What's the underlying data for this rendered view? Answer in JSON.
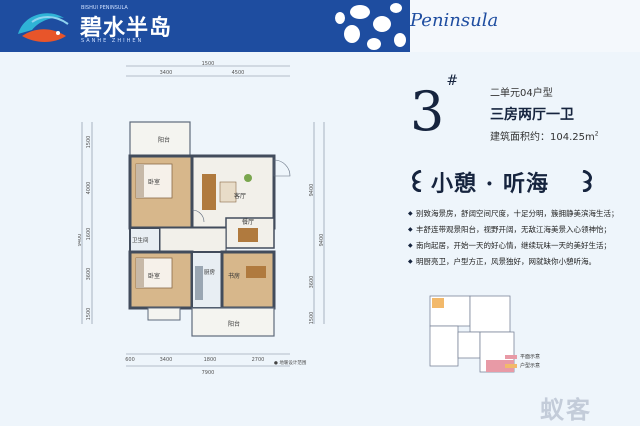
{
  "header": {
    "brand_small": "BISHUI PENINSULA",
    "brand_title": "碧水半岛",
    "brand_sub": "SANHE ZHIHEN",
    "script_logo": "Peninsula",
    "brand_color": "#1e4da0"
  },
  "plan": {
    "dims_top": [
      "1500",
      "3400",
      "4500"
    ],
    "dims_bottom": [
      "600",
      "3400",
      "1800",
      "2700"
    ],
    "dim_bottom_total": "7900",
    "dims_left": [
      "1500",
      "4000",
      "1600",
      "3600",
      "1500"
    ],
    "dim_left_total": "9400",
    "dims_right": [
      "9400",
      "3600",
      "1500"
    ],
    "rooms": {
      "balcony_top": "阳台",
      "bedroom_top": "卧室",
      "living": "客厅",
      "dining": "餐厅",
      "bath": "卫生间",
      "bedroom_bottom": "卧室",
      "kitchen": "厨房",
      "study": "书房",
      "balcony_bottom": "阳台"
    },
    "note": "● 地暖设计范围"
  },
  "info": {
    "unit_number": "3",
    "unit_mark": "#",
    "unit_type": "二单元04户型",
    "layout_title": "三房两厅一卫",
    "area_label": "建筑面积约：",
    "area_value": "104.25m",
    "area_unit_sup": "2",
    "slogan": "小憩 · 听海",
    "features": [
      "别致海景房，舒阔空间尺度，十足分明，簇拥静美滨海生活；",
      "丰舒连带观景阳台，视野开阔，无敌江海美景入心领神怡；",
      "南向起居，开始一天的好心情，继续玩味一天的美好生活；",
      "明厨亮卫，户型方正，风景独好，网就缺你小憩听海。"
    ]
  },
  "keyplan": {
    "legend": [
      {
        "label": "平面示意",
        "color": "#e89aa6"
      },
      {
        "label": "户型示意",
        "color": "#f2b96b"
      }
    ]
  },
  "watermark": "蚁客"
}
